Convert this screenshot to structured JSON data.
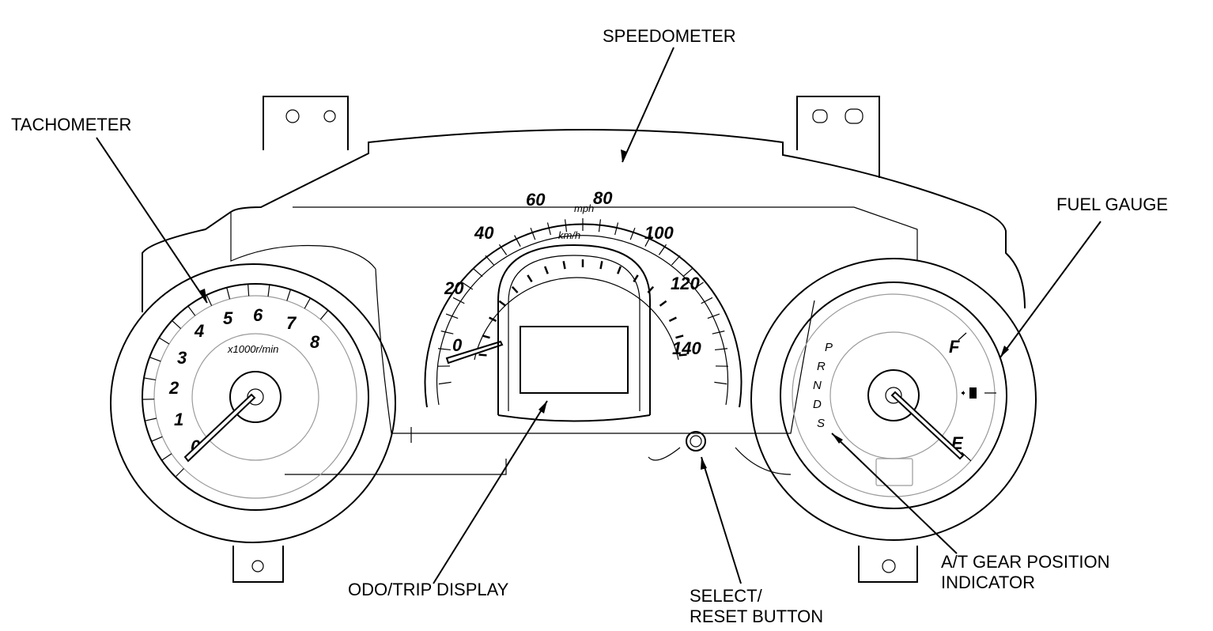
{
  "callouts": {
    "speedometer": "SPEEDOMETER",
    "tachometer": "TACHOMETER",
    "fuel_gauge": "FUEL GAUGE",
    "odo_trip": "ODO/TRIP DISPLAY",
    "select_reset_line1": "SELECT/",
    "select_reset_line2": "RESET BUTTON",
    "gear_indicator_line1": "A/T GEAR POSITION",
    "gear_indicator_line2": "INDICATOR"
  },
  "speedometer": {
    "unit_primary": "mph",
    "unit_secondary": "km/h",
    "scale": [
      "0",
      "20",
      "40",
      "60",
      "80",
      "100",
      "120",
      "140"
    ]
  },
  "tachometer": {
    "unit": "x1000r/min",
    "scale": [
      "0",
      "1",
      "2",
      "3",
      "4",
      "5",
      "6",
      "7",
      "8"
    ]
  },
  "fuel": {
    "full": "F",
    "empty": "E"
  },
  "gears": [
    "P",
    "R",
    "N",
    "D",
    "S"
  ]
}
